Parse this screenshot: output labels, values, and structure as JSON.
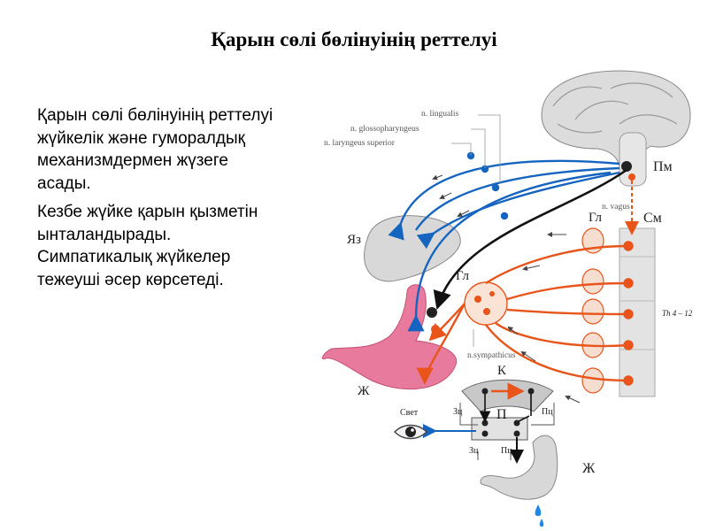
{
  "title": "Қарын сөлі бөлінуінің реттелуі",
  "paragraphs": [
    "Қарын сөлі бөлінуінің реттелуі жүйкелік және гуморалдық механизмдермен жүзеге асады.",
    "Кезбе жүйке қарын қызметін ынталандырады. Симпатикалық жүйкелер тежеуші әсер көрсетеді."
  ],
  "diagram": {
    "nerves": {
      "lingualis": "n. lingualis",
      "glossopharyngeus": "n. glossopharyngeus",
      "laryngeus": "n. laryngeus superior",
      "vagus": "n. vagus",
      "sympathicus": "n.sympathicus"
    },
    "labels": {
      "pm": "Пм",
      "gl_top": "Гл",
      "sm": "См",
      "yaz": "Яз",
      "gl_ganglion": "Гл",
      "th": "Th 4 – 12",
      "zh_stomach": "Ж",
      "k": "К",
      "p": "П",
      "zts_left": "Зц",
      "pts_right": "Пц",
      "zts_bottom": "Зц",
      "pts_bottom": "Пц",
      "svet": "Свет",
      "zh_bottom": "Ж"
    },
    "colors": {
      "blue": "#1565c0",
      "orange": "#e8541a",
      "black": "#111111",
      "stomach": "#e87a9e"
    }
  }
}
